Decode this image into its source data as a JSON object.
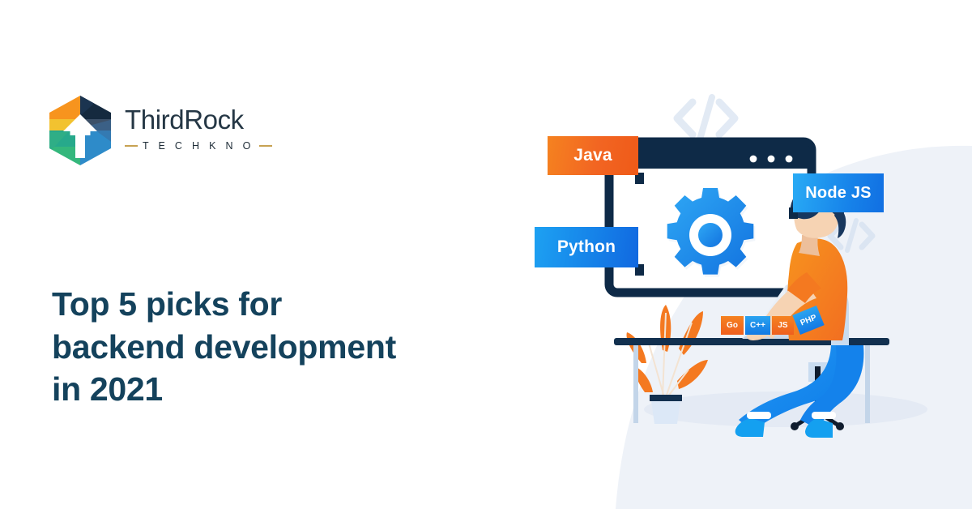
{
  "brand": {
    "name_primary": "Third",
    "name_secondary": "Rock",
    "tagline": "T E C H K N O",
    "logo_icon": "hexagon-arrow-logo-icon",
    "colors": {
      "orange": "#F7941E",
      "yellow": "#F2C230",
      "navy": "#152A3F",
      "slate": "#3C5068",
      "teal": "#27A98B",
      "green": "#34B77C",
      "blue": "#2E8BC9",
      "text": "#253745",
      "rule_gold": "#C7A252"
    }
  },
  "headline": {
    "line1": "Top 5 picks for",
    "line2": "backend development",
    "line3": "in 2021",
    "color": "#14425C"
  },
  "illustration": {
    "name": "backend-development-illustration",
    "browser_window": {
      "dots": 3,
      "icon": "gear-icon",
      "frame_color": "#0E2A47",
      "gear_color": "#1E8FE8"
    },
    "code_symbols": [
      "</>",
      "</>"
    ],
    "language_badges": [
      {
        "label": "Java",
        "color": "#F26522",
        "position": "top-left"
      },
      {
        "label": "Python",
        "color": "#1580E8",
        "position": "mid-left"
      },
      {
        "label": "Node JS",
        "color": "#1784EA",
        "position": "right"
      }
    ],
    "mini_tags": [
      {
        "label": "Go",
        "color": "#F58220"
      },
      {
        "label": "C++",
        "color": "#2AA3F0"
      },
      {
        "label": "JS",
        "color": "#F58220"
      },
      {
        "label": "PHP",
        "color": "#2AA3F0"
      }
    ],
    "scene_items": [
      "potted-plant-icon",
      "desk-icon",
      "laptop-icon",
      "developer-person-icon",
      "office-chair-icon"
    ],
    "palette": {
      "background_blob": "#EEF2F8",
      "shirt_orange": "#F47920",
      "jeans_blue": "#1B8EF0",
      "hair_navy": "#17375E",
      "skin": "#F6D3B3",
      "plant_orange": "#F47920",
      "pot_blue": "#D6E4F5",
      "desk_navy": "#12304F",
      "leg_blue": "#BFD3E8"
    }
  }
}
